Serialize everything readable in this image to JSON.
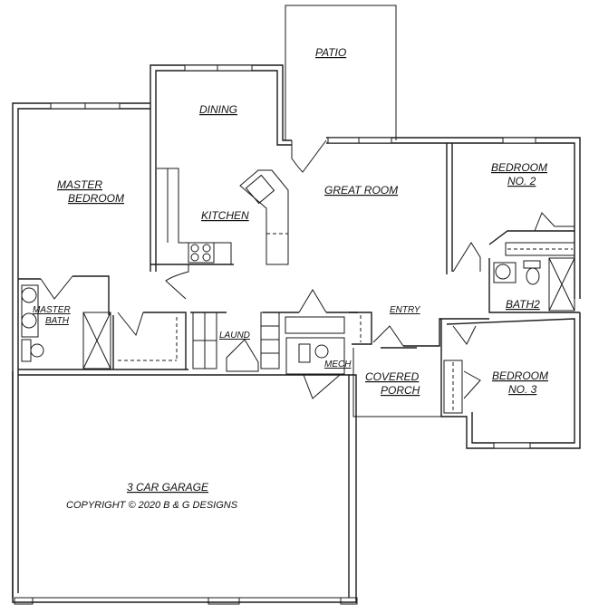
{
  "plan": {
    "labels": {
      "patio": "PATIO",
      "dining": "DINING",
      "master_bedroom_1": "MASTER",
      "master_bedroom_2": "BEDROOM",
      "kitchen": "KITCHEN",
      "great_room": "GREAT ROOM",
      "bedroom2_1": "BEDROOM",
      "bedroom2_2": "NO. 2",
      "bath2": "BATH2",
      "master_bath_1": "MASTER",
      "master_bath_2": "BATH",
      "laund": "LAUND",
      "entry": "ENTRY",
      "mech": "MECH",
      "covered_porch_1": "COVERED",
      "covered_porch_2": "PORCH",
      "bedroom3_1": "BEDROOM",
      "bedroom3_2": "NO. 3",
      "garage": "3 CAR GARAGE",
      "copyright": "COPYRIGHT © 2020 B & G DESIGNS"
    },
    "colors": {
      "line": "#1a1a1a",
      "background": "#ffffff"
    }
  }
}
